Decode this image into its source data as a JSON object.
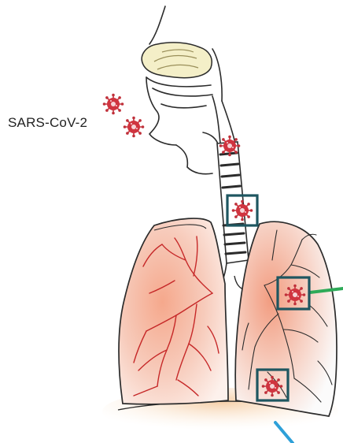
{
  "label": "SARS-CoV-2",
  "colors": {
    "lung_fill": "#f3b9a6",
    "lung_vessel": "#c62828",
    "virus": "#c0303a",
    "box": "#1e5660",
    "arrow_green": "#2eaa58",
    "arrow_blue": "#2ea0d8",
    "outline": "#2b2b2b",
    "nasal_fill": "#f4efc8"
  },
  "highlight_boxes": 3,
  "viruses_airborne": 2,
  "viruses_total": 6
}
